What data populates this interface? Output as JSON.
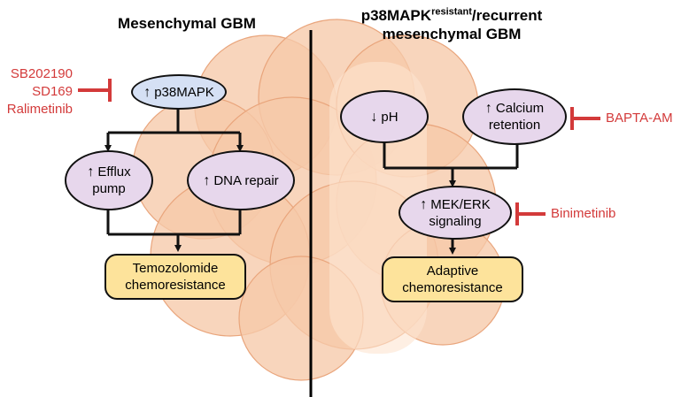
{
  "titles": {
    "left": "Mesenchymal GBM",
    "right_prefix": "p38MAPK",
    "right_superscript": "resistant",
    "right_suffix": "/recurrent",
    "right_line2": "mesenchymal GBM"
  },
  "left_nodes": {
    "p38": "p38MAPK",
    "efflux_line1": "Efflux",
    "efflux_line2": "pump",
    "dna_repair": "DNA repair",
    "outcome_line1": "Temozolomide",
    "outcome_line2": "chemoresistance"
  },
  "right_nodes": {
    "ph": "pH",
    "calcium_line1": "Calcium",
    "calcium_line2": "retention",
    "mek_line1": "MEK/ERK",
    "mek_line2": "signaling",
    "outcome_line1": "Adaptive",
    "outcome_line2": "chemoresistance"
  },
  "inhibitors": {
    "p38": [
      "SB202190",
      "SD169",
      "Ralimetinib"
    ],
    "calcium": "BAPTA-AM",
    "mek": "Binimetinib"
  },
  "colors": {
    "inhibitor": "#d33a3a",
    "oval_fill": "#e7d7ec",
    "p38_fill": "#d5e0f4",
    "outcome_fill": "#fde39b",
    "tumor_fill": "#f6c9a9",
    "tumor_stroke": "#e9a57c"
  },
  "icons": {
    "up": "up-arrow-icon",
    "down": "down-arrow-icon",
    "inhibit": "inhibition-bar-icon"
  }
}
